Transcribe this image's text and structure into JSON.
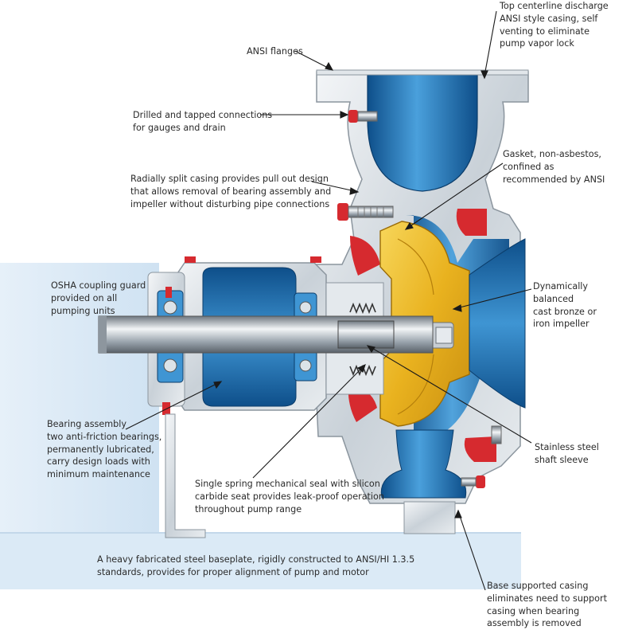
{
  "labels": {
    "top_discharge": "Top centerline discharge\nANSI style casing, self\nventing to eliminate\npump vapor lock",
    "ansi_flanges": "ANSI flanges",
    "drilled": "Drilled and tapped connections\nfor gauges and drain",
    "gasket": "Gasket, non-asbestos,\nconfined as\nrecommended by ANSI",
    "radially": "Radially split casing provides pull out design\nthat allows removal of bearing assembly and\nimpeller without disturbing pipe connections",
    "osha": "OSHA coupling guard\nprovided on all\npumping units",
    "impeller": "Dynamically\nbalanced\ncast bronze or\niron impeller",
    "bearing": "Bearing assembly\ntwo anti-friction bearings,\npermanently lubricated,\ncarry design loads with\nminimum maintenance",
    "stainless": "Stainless steel\nshaft sleeve",
    "seal": "Single spring mechanical seal with silicon\ncarbide seat provides leak-proof operation\nthroughout pump range",
    "baseplate": "A heavy fabricated steel baseplate, rigidly constructed to ANSI/HI 1.3.5\nstandards, provides for proper alignment of pump and motor",
    "base_supported": "Base supported casing\neliminates need to support\ncasing when bearing\nassembly is removed"
  },
  "colors": {
    "casing_blue": "#1f6fb0",
    "casing_blue_light": "#5aa9dd",
    "impeller_yellow": "#f2c233",
    "accent_red": "#d62a2f",
    "steel_gray": "#b9c3cc",
    "guard_blue": "#dbeaf6",
    "leader_line": "#1a1a1a"
  }
}
